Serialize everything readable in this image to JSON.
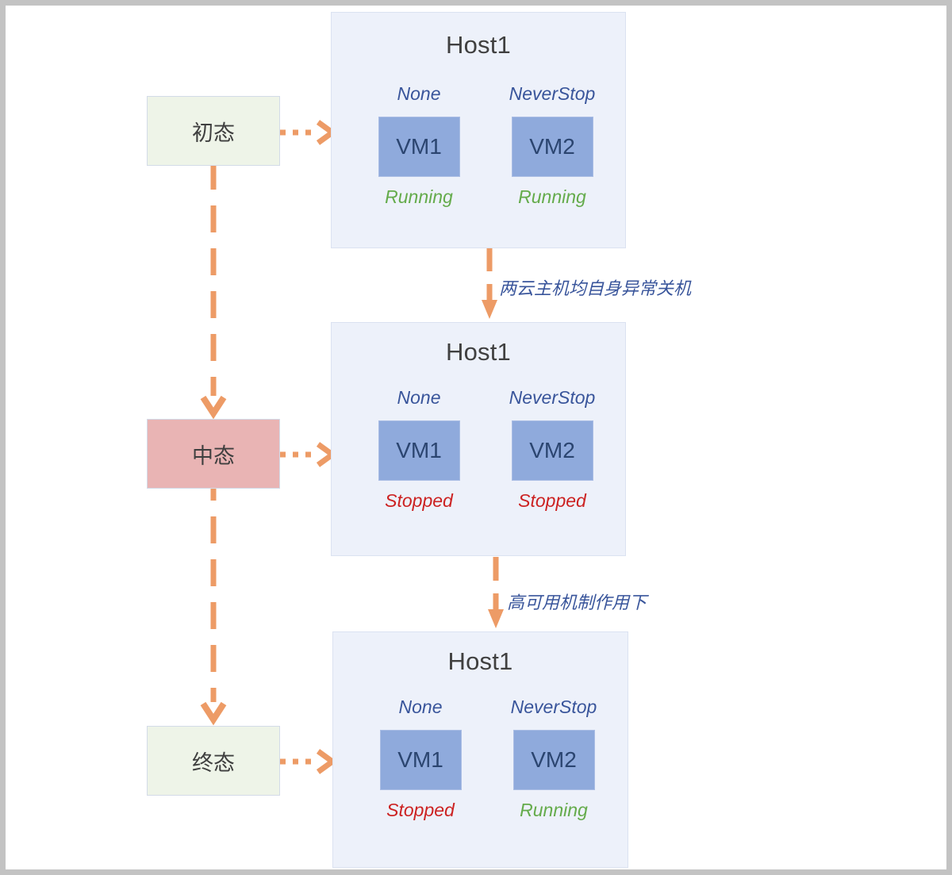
{
  "diagram": {
    "title": "VM high availability state transition",
    "colors": {
      "panel_bg": "#edf1fa",
      "panel_border": "#dbe2f1",
      "vm_fill": "#8faadc",
      "arrow": "#ed9b66",
      "label_blue": "#39559b",
      "running_green": "#64ab4b",
      "stopped_red": "#cc2222",
      "state_green_bg": "#eef4e8",
      "state_pink_bg": "#e9b4b4"
    }
  },
  "states": [
    {
      "label": "初态",
      "name": "initial-state"
    },
    {
      "label": "中态",
      "name": "middle-state"
    },
    {
      "label": "终态",
      "name": "final-state"
    }
  ],
  "panels": [
    {
      "host": "Host1",
      "vms": [
        {
          "name": "VM1",
          "policy": "None",
          "status": "Running",
          "status_kind": "running"
        },
        {
          "name": "VM2",
          "policy": "NeverStop",
          "status": "Running",
          "status_kind": "running"
        }
      ]
    },
    {
      "host": "Host1",
      "vms": [
        {
          "name": "VM1",
          "policy": "None",
          "status": "Stopped",
          "status_kind": "stopped"
        },
        {
          "name": "VM2",
          "policy": "NeverStop",
          "status": "Stopped",
          "status_kind": "stopped"
        }
      ]
    },
    {
      "host": "Host1",
      "vms": [
        {
          "name": "VM1",
          "policy": "None",
          "status": "Stopped",
          "status_kind": "stopped"
        },
        {
          "name": "VM2",
          "policy": "NeverStop",
          "status": "Running",
          "status_kind": "running"
        }
      ]
    }
  ],
  "transitions": [
    {
      "label": "两云主机均自身异常关机"
    },
    {
      "label": "高可用机制作用下"
    }
  ]
}
